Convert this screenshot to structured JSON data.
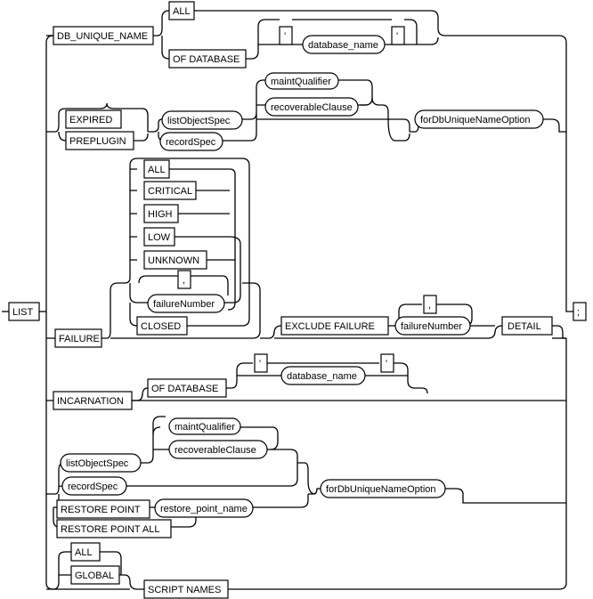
{
  "diagram": {
    "start": "LIST",
    "end": ";",
    "keywords": {
      "db_unique_name": "DB_UNIQUE_NAME",
      "all": "ALL",
      "of_database": "OF DATABASE",
      "quote": "'",
      "comma": ",",
      "expired": "EXPIRED",
      "preplugin": "PREPLUGIN",
      "failure": "FAILURE",
      "critical": "CRITICAL",
      "high": "HIGH",
      "low": "LOW",
      "unknown": "UNKNOWN",
      "closed": "CLOSED",
      "exclude_failure": "EXCLUDE FAILURE",
      "detail": "DETAIL",
      "incarnation": "INCARNATION",
      "restore_point": "RESTORE POINT",
      "restore_point_all": "RESTORE POINT ALL",
      "global": "GLOBAL",
      "script_names": "SCRIPT NAMES"
    },
    "nonterminals": {
      "database_name": "database_name",
      "maint_qualifier": "maintQualifier",
      "recoverable_clause": "recoverableClause",
      "list_object_spec": "listObjectSpec",
      "record_spec": "recordSpec",
      "for_db_unique_name_option": "forDbUniqueNameOption",
      "failure_number": "failureNumber",
      "restore_point_name": "restore_point_name"
    }
  }
}
